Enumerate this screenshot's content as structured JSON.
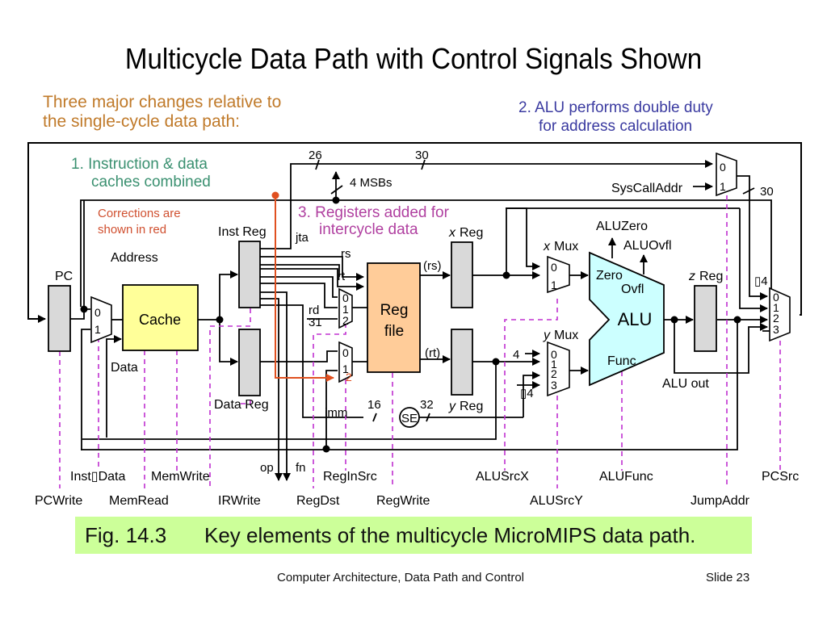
{
  "slide": {
    "title": "Multicycle Data Path with Control Signals Shown",
    "notes": {
      "intro": [
        "Three major changes relative to",
        "the single-cycle data path:"
      ],
      "change1": [
        "1. Instruction & data",
        "caches combined"
      ],
      "change2": [
        "2. ALU performs double duty",
        "for address calculation"
      ],
      "change3": [
        "3. Registers added for",
        "intercycle data"
      ],
      "corrections": [
        "Corrections are",
        "shown in red"
      ]
    },
    "caption": {
      "figure": "Fig. 14.3",
      "text": "Key elements of the multicycle MicroMIPS data path."
    },
    "footer": {
      "course": "Computer Architecture, Data Path and Control",
      "slide": "Slide 23"
    },
    "colors": {
      "intro": "#c07a2a",
      "change1": "#3a9070",
      "change2": "#3a3aa0",
      "change3": "#b040a0",
      "corrections": "#d05030",
      "control_dash": "#c030d0",
      "cache_fill": "#ffff99",
      "regfile_fill": "#ffcc99",
      "alu_fill": "#ccffff",
      "register_fill": "#d9d9d9",
      "caption_bg": "#ccff99"
    }
  },
  "components": {
    "pc": "PC",
    "cache": "Cache",
    "cache_address": "Address",
    "cache_data": "Data",
    "inst_reg": "Inst Reg",
    "data_reg": "Data Reg",
    "reg_file": [
      "Reg",
      "file"
    ],
    "x_reg": "Reg",
    "y_reg": "Reg",
    "z_reg": "Reg",
    "x_reg_var": "x",
    "y_reg_var": "y",
    "z_reg_var": "z",
    "x_mux": "Mux",
    "y_mux": "Mux",
    "alu": "ALU",
    "alu_zero": "Zero",
    "alu_ovfl": "Ovfl",
    "alu_func": "Func",
    "alu_zero_out": "ALUZero",
    "alu_ovfl_out": "ALUOvfl",
    "alu_out": "ALU out",
    "sign_extend": "SE",
    "syscall_addr": "SysCallAddr"
  },
  "wires": {
    "bits_26": "26",
    "bits_30_top": "30",
    "bits_30_right": "30",
    "msbs": "4 MSBs",
    "jta": "jta",
    "rs": "rs",
    "rt": "rt",
    "rd": "rd",
    "r31": "31",
    "rs_out": "(rs)",
    "rt_out": "(rt)",
    "imm": "imm",
    "bits_16": "16",
    "bits_32": "32",
    "const_4": "4",
    "times4_y": "▯4",
    "times4_pc": "▯4",
    "op": "op",
    "fn": "fn"
  },
  "mux_inputs": {
    "addr_mux": [
      "0",
      "1"
    ],
    "regdst_mux": [
      "0",
      "1",
      "2"
    ],
    "reginsrc_mux": [
      "0",
      "1",
      "2"
    ],
    "x_mux": [
      "0",
      "1"
    ],
    "y_mux": [
      "0",
      "1",
      "2",
      "3"
    ],
    "jump_mux": [
      "0",
      "1"
    ],
    "pc_mux": [
      "0",
      "1",
      "2",
      "3"
    ]
  },
  "control_signals": {
    "row1": [
      "Inst▯Data",
      "MemWrite",
      "RegInSrc",
      "ALUSrcX",
      "ALUFunc",
      "PCSrc"
    ],
    "row2": [
      "PCWrite",
      "MemRead",
      "IRWrite",
      "RegDst",
      "RegWrite",
      "ALUSrcY",
      "JumpAddr"
    ]
  }
}
